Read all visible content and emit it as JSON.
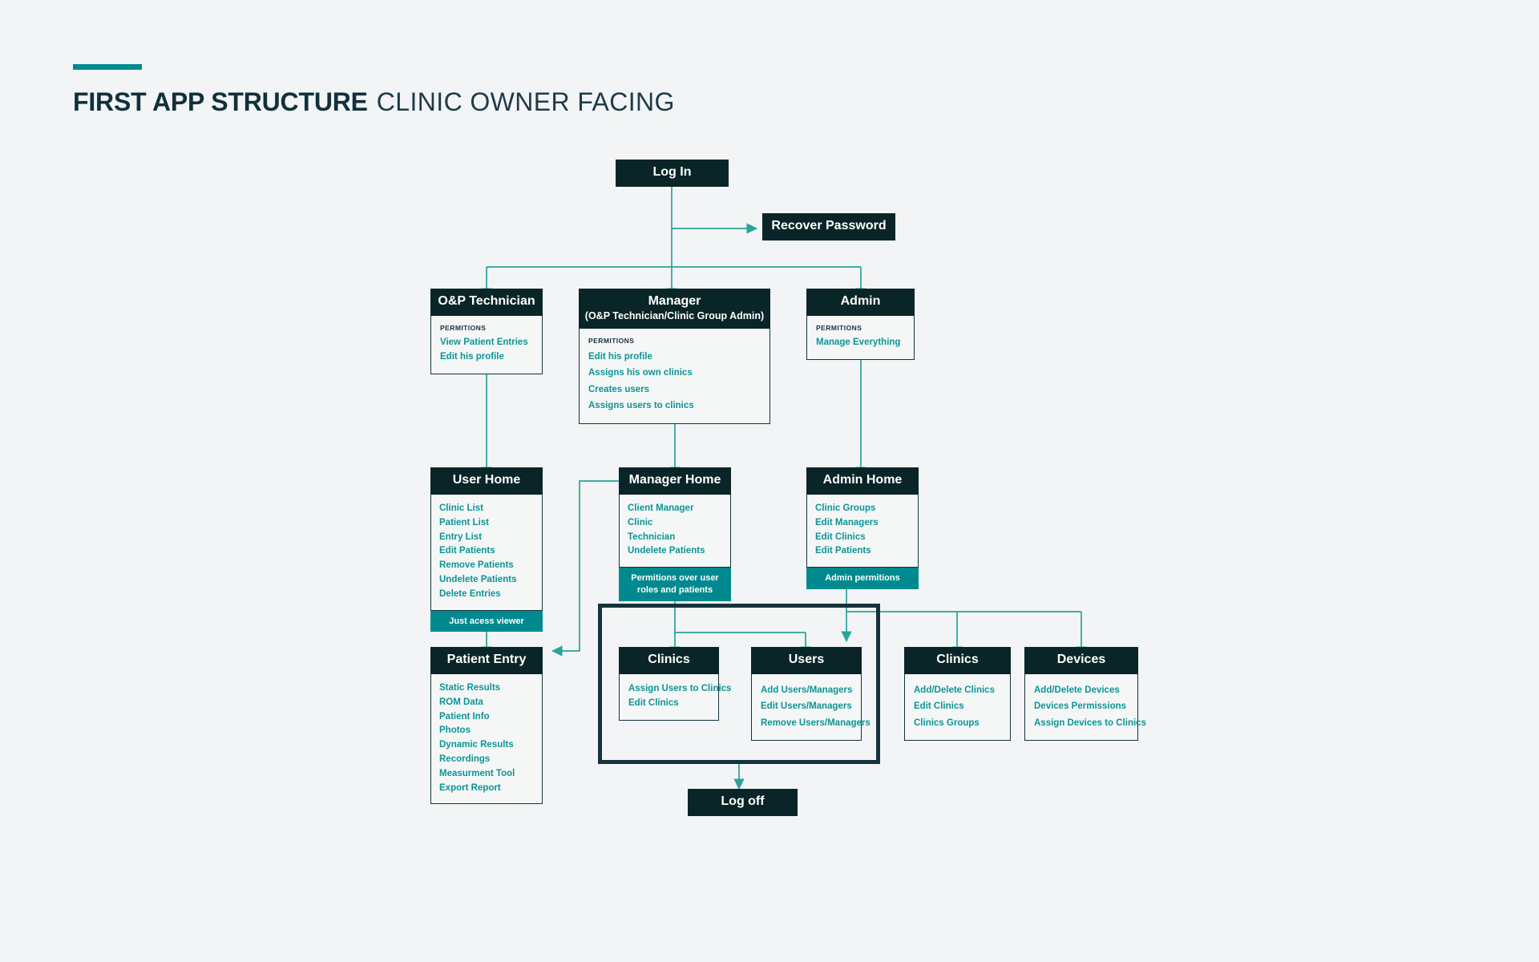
{
  "header": {
    "accent_color": "#008a8f",
    "title_strong": "FIRST APP STRUCTURE",
    "title_light": "CLINIC OWNER FACING"
  },
  "palette": {
    "background": "#f2f4f5",
    "node_header": "#0a2527",
    "node_border": "#16323c",
    "teal": "#008a8f",
    "item_text": "#0d9494",
    "connector": "#2aa39a"
  },
  "nodes": {
    "login": {
      "title": "Log In"
    },
    "recover": {
      "title": "Recover Password"
    },
    "technician": {
      "title": "O&P Technician",
      "perm_label": "PERMITIONS",
      "items": [
        "View Patient Entries",
        "Edit his profile"
      ]
    },
    "manager": {
      "title": "Manager",
      "subtitle": "(O&P Technician/Clinic Group Admin)",
      "perm_label": "PERMITIONS",
      "items": [
        "Edit his profile",
        "Assigns his own clinics",
        "Creates users",
        "Assigns users to clinics"
      ]
    },
    "admin": {
      "title": "Admin",
      "perm_label": "PERMITIONS",
      "items": [
        "Manage Everything"
      ]
    },
    "user_home": {
      "title": "User Home",
      "items": [
        "Clinic List",
        "Patient List",
        "Entry List",
        "Edit Patients",
        "Remove Patients",
        "Undelete Patients",
        "Delete Entries"
      ],
      "footer": "Just acess viewer"
    },
    "manager_home": {
      "title": "Manager Home",
      "items": [
        "Client Manager",
        "Clinic",
        "Technician",
        "Undelete Patients"
      ],
      "footer": "Permitions over user roles and patients"
    },
    "admin_home": {
      "title": "Admin Home",
      "items": [
        "Clinic Groups",
        "Edit Managers",
        "Edit Clinics",
        "Edit Patients"
      ],
      "footer": "Admin permitions"
    },
    "patient_entry": {
      "title": "Patient Entry",
      "items": [
        "Static Results",
        "ROM Data",
        "Patient Info",
        "Photos",
        "Dynamic Results",
        "Recordings",
        "Measurment Tool",
        "Export Report"
      ]
    },
    "clinics_manager": {
      "title": "Clinics",
      "items": [
        "Assign Users to Clinics",
        "Edit Clinics"
      ]
    },
    "users_manager": {
      "title": "Users",
      "items": [
        "Add Users/Managers",
        "Edit Users/Managers",
        "Remove Users/Managers"
      ]
    },
    "clinics_admin": {
      "title": "Clinics",
      "items": [
        "Add/Delete Clinics",
        "Edit Clinics",
        "Clinics Groups"
      ]
    },
    "devices_admin": {
      "title": "Devices",
      "items": [
        "Add/Delete Devices",
        "Devices Permissions",
        "Assign Devices to Clinics"
      ]
    },
    "logoff": {
      "title": "Log off"
    }
  }
}
